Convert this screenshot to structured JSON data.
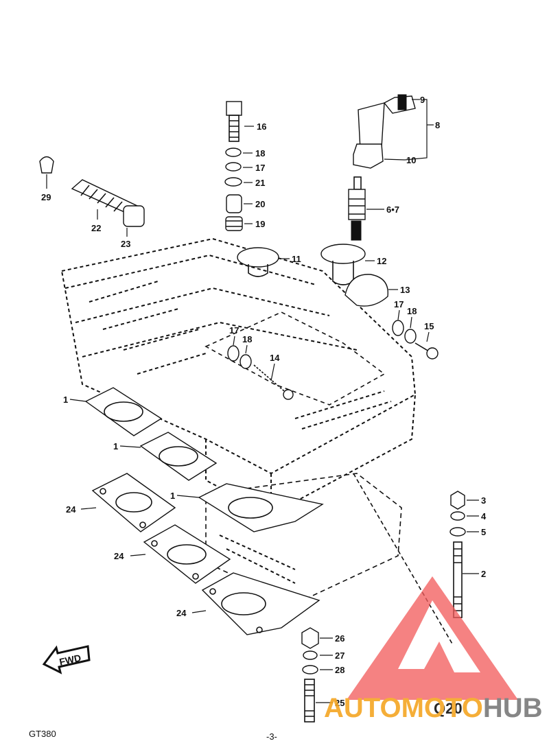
{
  "callouts": [
    {
      "id": "c16",
      "text": "16"
    },
    {
      "id": "c18a",
      "text": "18"
    },
    {
      "id": "c17a",
      "text": "17"
    },
    {
      "id": "c21",
      "text": "21"
    },
    {
      "id": "c20",
      "text": "20"
    },
    {
      "id": "c19",
      "text": "19"
    },
    {
      "id": "c9",
      "text": "9"
    },
    {
      "id": "c8",
      "text": "8"
    },
    {
      "id": "c10",
      "text": "10"
    },
    {
      "id": "c67",
      "text": "6•7"
    },
    {
      "id": "c29",
      "text": "29"
    },
    {
      "id": "c22",
      "text": "22"
    },
    {
      "id": "c23",
      "text": "23"
    },
    {
      "id": "c11",
      "text": "11"
    },
    {
      "id": "c12",
      "text": "12"
    },
    {
      "id": "c13",
      "text": "13"
    },
    {
      "id": "c17b",
      "text": "17"
    },
    {
      "id": "c18b",
      "text": "18"
    },
    {
      "id": "c15",
      "text": "15"
    },
    {
      "id": "c17c",
      "text": "17"
    },
    {
      "id": "c18c",
      "text": "18"
    },
    {
      "id": "c14",
      "text": "14"
    },
    {
      "id": "c1a",
      "text": "1"
    },
    {
      "id": "c1b",
      "text": "1"
    },
    {
      "id": "c1c",
      "text": "1"
    },
    {
      "id": "c3",
      "text": "3"
    },
    {
      "id": "c4",
      "text": "4"
    },
    {
      "id": "c5",
      "text": "5"
    },
    {
      "id": "c2",
      "text": "2"
    },
    {
      "id": "c24a",
      "text": "24"
    },
    {
      "id": "c24b",
      "text": "24"
    },
    {
      "id": "c24c",
      "text": "24"
    },
    {
      "id": "c26",
      "text": "26"
    },
    {
      "id": "c27",
      "text": "27"
    },
    {
      "id": "c28",
      "text": "28"
    },
    {
      "id": "c25",
      "text": "25"
    }
  ],
  "fwd_label": "FWD",
  "footer": {
    "model": "GT380",
    "page": "-3-"
  },
  "watermark": {
    "code": "Q20",
    "brand_a": "AUTOMOTO",
    "brand_b": "HUB",
    "color_red": "#f25c5c",
    "color_orange": "#f5a623",
    "color_grey": "#7a7a7a"
  }
}
